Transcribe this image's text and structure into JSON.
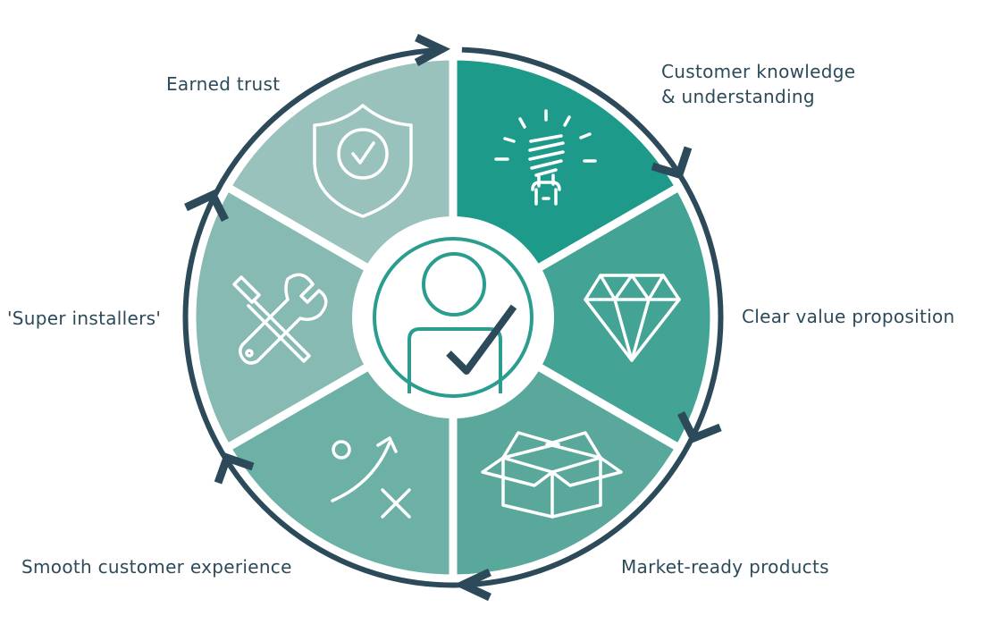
{
  "segments": [
    {
      "id": "customer-knowledge",
      "label_lines": [
        "Customer knowledge",
        "& understanding"
      ],
      "color": "#1d9a8a",
      "icon": "lightbulb-icon"
    },
    {
      "id": "clear-value",
      "label_lines": [
        "Clear value proposition"
      ],
      "color": "#43a394",
      "icon": "diamond-icon"
    },
    {
      "id": "market-ready",
      "label_lines": [
        "Market-ready products"
      ],
      "color": "#5aa89b",
      "icon": "box-icon"
    },
    {
      "id": "smooth-experience",
      "label_lines": [
        "Smooth customer experience"
      ],
      "color": "#6db0a6",
      "icon": "strategy-play-icon"
    },
    {
      "id": "super-installers",
      "label_lines": [
        "'Super installers'"
      ],
      "color": "#86bab3",
      "icon": "tools-icon"
    },
    {
      "id": "earned-trust",
      "label_lines": [
        "Earned trust"
      ],
      "color": "#9ac2bc",
      "icon": "shield-check-icon"
    }
  ],
  "center": {
    "icon": "person-check-icon",
    "ring_color": "#2a9d8f",
    "check_color": "#2c4a5a"
  },
  "cycle_arrow_color": "#2c4a5a"
}
